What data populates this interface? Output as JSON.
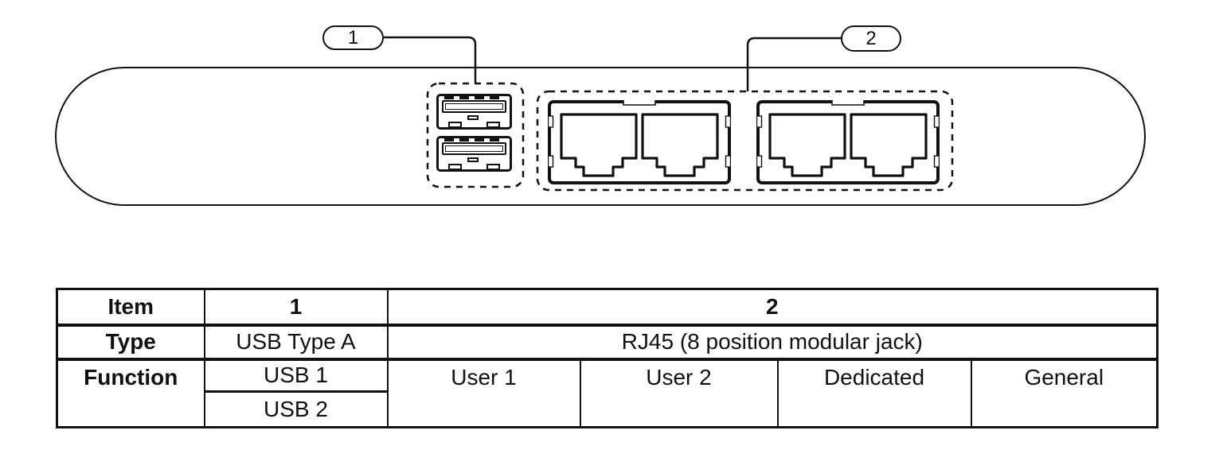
{
  "figure": {
    "callouts": [
      {
        "label": "1"
      },
      {
        "label": "2"
      }
    ]
  },
  "table": {
    "rows": {
      "item": {
        "header": "Item",
        "col1": "1",
        "col2": "2"
      },
      "type": {
        "header": "Type",
        "col1": "USB Type A",
        "col2": "RJ45 (8 position modular jack)"
      },
      "function": {
        "header": "Function",
        "usb": [
          "USB 1",
          "USB 2"
        ],
        "rj45": [
          "User 1",
          "User 2",
          "Dedicated",
          "General"
        ]
      }
    }
  },
  "colors": {
    "line": "#111111",
    "background": "#ffffff"
  }
}
